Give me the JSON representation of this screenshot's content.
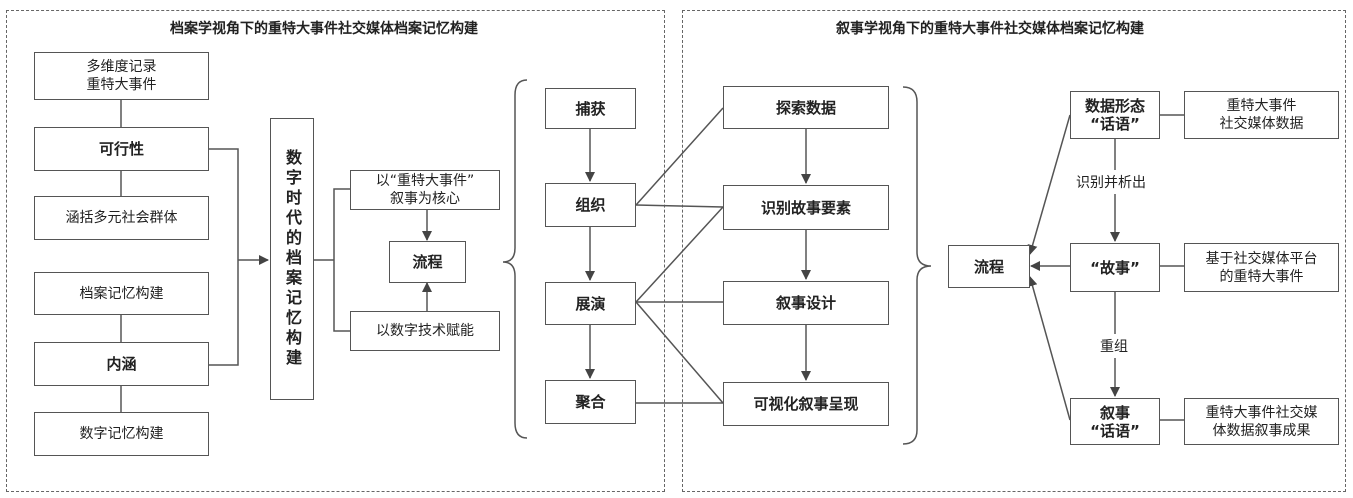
{
  "left": {
    "title": "档案学视角下的重特大事件社交媒体档案记忆构建",
    "feat_top": "多维度记录\n重特大事件",
    "feasibility": "可行性",
    "feat_bottom": "涵括多元社会群体",
    "archive_memory": "档案记忆构建",
    "connotation": "内涵",
    "digital_memory": "数字记忆构建",
    "digital_era": "数字时代的档案记忆构建",
    "core": "以“重特大事件”\n叙事为核心",
    "process": "流程",
    "empower": "以数字技术赋能",
    "steps": [
      "捕获",
      "组织",
      "展演",
      "聚合"
    ]
  },
  "right": {
    "title": "叙事学视角下的重特大事件社交媒体档案记忆构建",
    "steps": [
      "探索数据",
      "识别故事要素",
      "叙事设计",
      "可视化叙事呈现"
    ],
    "process": "流程",
    "data_form": "数据形态\n“话语”",
    "data_form_desc": "重特大事件\n社交媒体数据",
    "identify": "识别并析出",
    "story": "“故事”",
    "story_desc": "基于社交媒体平台\n的重特大事件",
    "recombine": "重组",
    "narrative": "叙事\n“话语”",
    "narrative_desc": "重特大事件社交媒\n体数据叙事成果"
  }
}
